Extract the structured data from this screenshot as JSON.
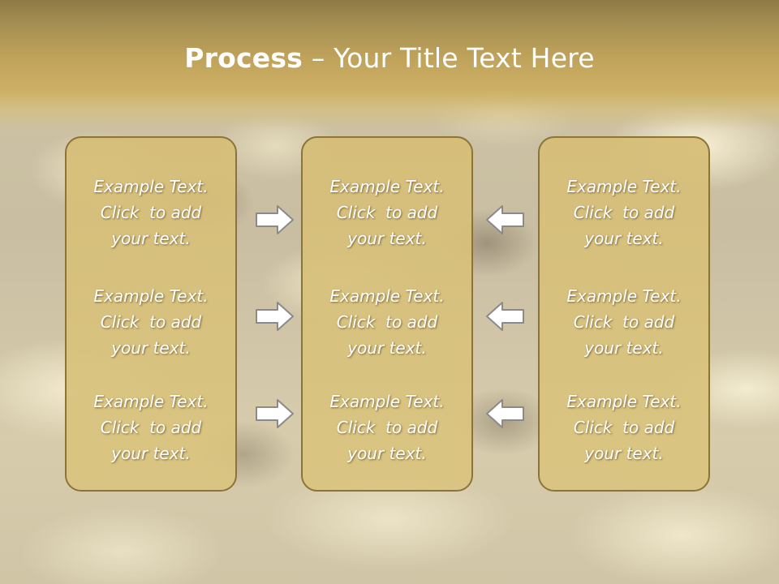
{
  "slide": {
    "title_bold": "Process",
    "title_rest": " – Your Title Text Here",
    "accent_color": "#cdb065",
    "panel_fill": "#d8c07e",
    "panel_border": "#8b7437",
    "arrow_fill": "#ffffff",
    "arrow_stroke": "#8a8a8a"
  },
  "panels": {
    "left": [
      {
        "line1": "Example Text.",
        "line2": "Click  to add",
        "line3": "your text."
      },
      {
        "line1": "Example Text.",
        "line2": "Click  to add",
        "line3": "your text."
      },
      {
        "line1": "Example Text.",
        "line2": "Click  to add",
        "line3": "your text."
      }
    ],
    "center": [
      {
        "line1": "Example Text.",
        "line2": "Click  to add",
        "line3": "your text."
      },
      {
        "line1": "Example Text.",
        "line2": "Click  to add",
        "line3": "your text."
      },
      {
        "line1": "Example Text.",
        "line2": "Click  to add",
        "line3": "your text."
      }
    ],
    "right": [
      {
        "line1": "Example Text.",
        "line2": "Click  to add",
        "line3": "your text."
      },
      {
        "line1": "Example Text.",
        "line2": "Click  to add",
        "line3": "your text."
      },
      {
        "line1": "Example Text.",
        "line2": "Click  to add",
        "line3": "your text."
      }
    ]
  },
  "arrows": {
    "left_column": [
      "right-arrow-icon",
      "right-arrow-icon",
      "right-arrow-icon"
    ],
    "right_column": [
      "left-arrow-icon",
      "left-arrow-icon",
      "left-arrow-icon"
    ]
  }
}
